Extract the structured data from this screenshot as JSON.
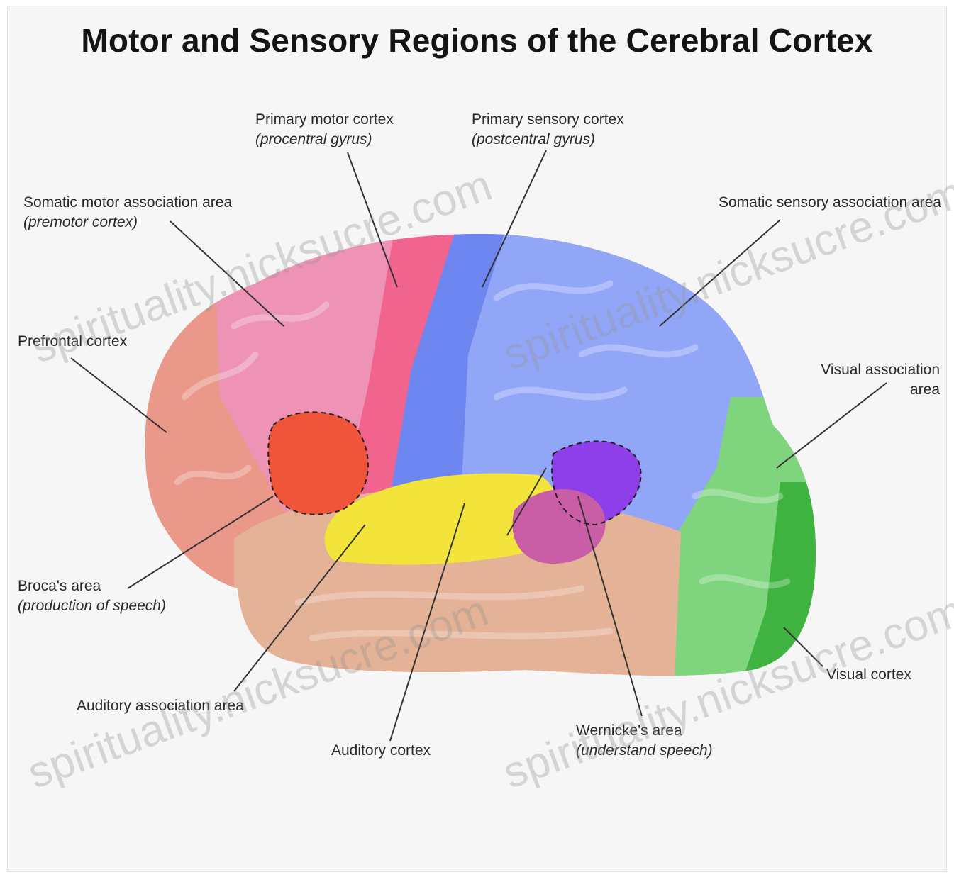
{
  "title": "Motor and Sensory Regions of the Cerebral Cortex",
  "labels": {
    "primary_motor": {
      "line1": "Primary motor cortex",
      "line2": "(procentral gyrus)"
    },
    "primary_sensory": {
      "line1": "Primary sensory cortex",
      "line2": "(postcentral gyrus)"
    },
    "somatic_motor": {
      "line1": "Somatic motor association area",
      "line2": "(premotor cortex)"
    },
    "somatic_sensory": {
      "line1": "Somatic sensory association area"
    },
    "prefrontal": {
      "line1": "Prefrontal cortex"
    },
    "visual_association": {
      "line1": "Visual association",
      "line2": "area"
    },
    "broca": {
      "line1": "Broca's area",
      "line2": "(production of speech)"
    },
    "visual_cortex": {
      "line1": "Visual cortex"
    },
    "auditory_association": {
      "line1": "Auditory association area"
    },
    "auditory_cortex": {
      "line1": "Auditory cortex"
    },
    "wernicke": {
      "line1": "Wernicke's area",
      "line2": "(understand speech)"
    }
  },
  "watermark": "spirituality.nicksucre.com",
  "colors": {
    "prefrontal": "#e9988a",
    "premotor": "#ee93b6",
    "primary_motor": "#f0648e",
    "primary_sensory": "#6e86ef",
    "somatic_sensory": "#92a6f7",
    "visual_association": "#7ed57e",
    "visual_cortex": "#3fb33f",
    "broca": "#f0553a",
    "auditory_cortex": "#f2e43a",
    "wernicke": "#8f3fea",
    "temporal": "#e4b296"
  }
}
